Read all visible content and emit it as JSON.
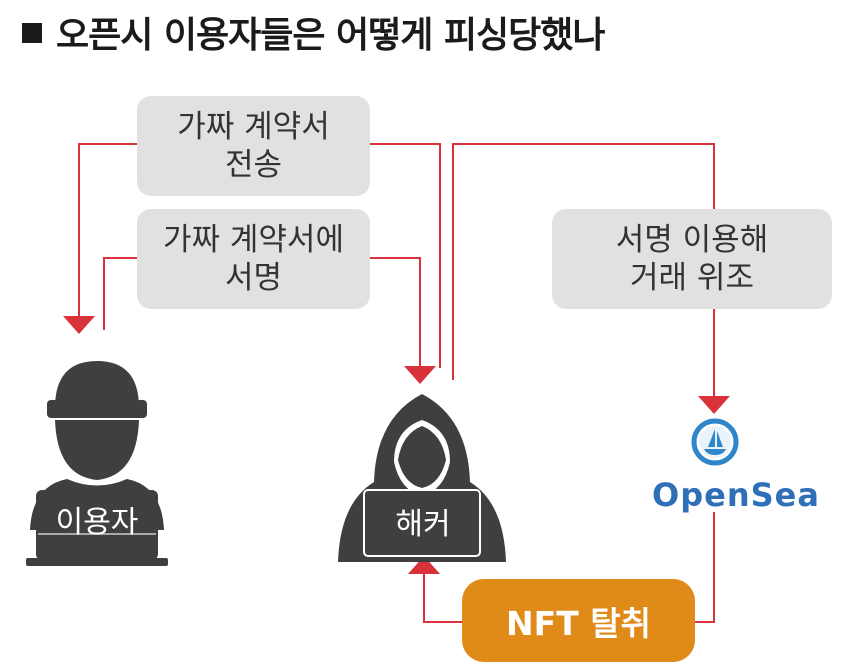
{
  "title": "오픈시 이용자들은 어떻게 피싱당했나",
  "boxes": {
    "send_fake_contract": [
      "가짜 계약서",
      "전송"
    ],
    "sign_fake_contract": [
      "가짜 계약서에",
      "서명"
    ],
    "forge_trade": [
      "서명 이용해",
      "거래 위조"
    ]
  },
  "actors": {
    "user": "이용자",
    "hacker": "해커"
  },
  "opensea": {
    "name": "OpenSea",
    "logo_icon": "opensea-sailboat-icon"
  },
  "nft_theft": "NFT 탈취",
  "colors": {
    "arrow": "#d9323a",
    "box_bg": "#e1e1e1",
    "person": "#3f3f3f",
    "nft_bg": "#e08a1a",
    "opensea_blue": "#2f6fb8"
  }
}
